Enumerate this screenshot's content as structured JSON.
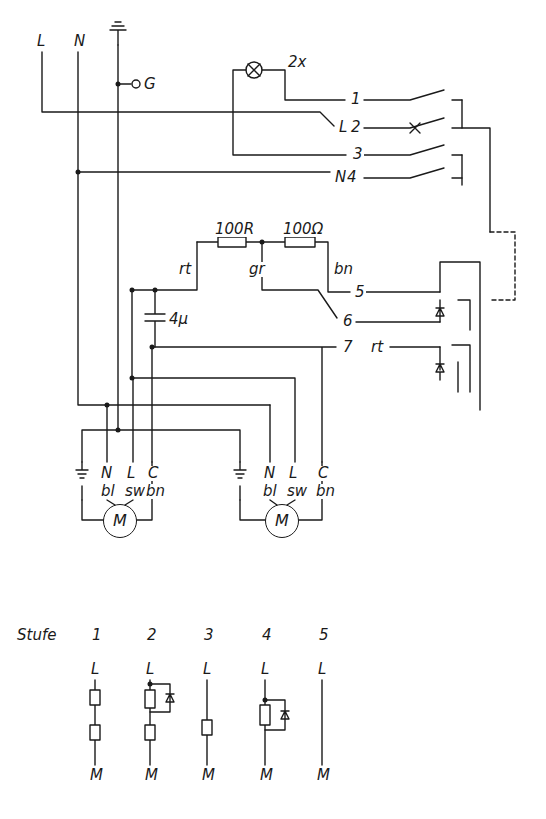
{
  "diagram": {
    "nodes": [
      {
        "text": [
          "M"
        ]
      },
      {
        "text": [
          "M"
        ]
      }
    ],
    "labels": [
      "L",
      "N",
      "G",
      "2x",
      "1",
      "L",
      "2",
      "3",
      "N",
      "4",
      "100R",
      "100Ω",
      "gr",
      "bn",
      "rt",
      "4µ",
      "5",
      "6",
      "7",
      "rt",
      "N",
      "bl",
      "L",
      "sw",
      "C",
      "bn",
      "N",
      "bl",
      "L",
      "sw",
      "C",
      "bn",
      "Stufe",
      "1",
      "2",
      "3",
      "4",
      "5",
      "L",
      "L",
      "L",
      "L",
      "L",
      "M",
      "M",
      "M",
      "M",
      "M"
    ]
  }
}
